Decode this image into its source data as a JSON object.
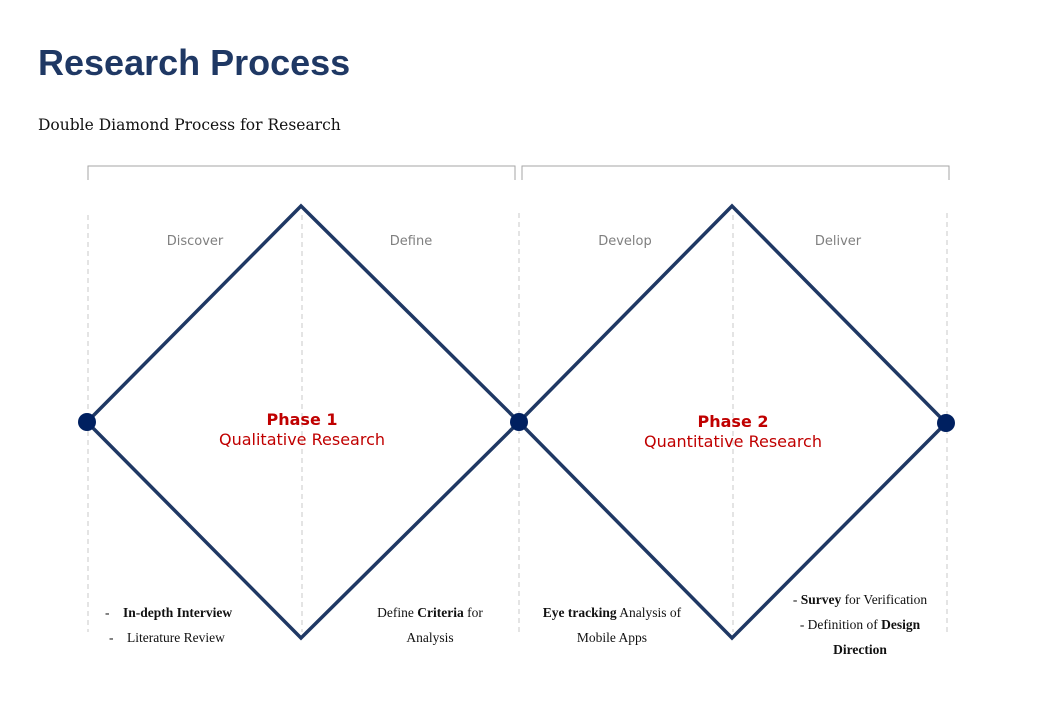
{
  "title": "Research Process",
  "subtitle": "Double Diamond Process for Research",
  "stages": [
    "Discover",
    "Define",
    "Develop",
    "Deliver"
  ],
  "phases": [
    {
      "title": "Phase 1",
      "subtitle": "Qualitative Research"
    },
    {
      "title": "Phase 2",
      "subtitle": "Quantitative Research"
    }
  ],
  "notes": {
    "discover": {
      "line1_prefix": "-",
      "line1_bold": "In-depth Interview",
      "line2_prefix": "-",
      "line2": "Literature Review"
    },
    "define": {
      "pre": "Define ",
      "bold": "Criteria",
      "post": " for",
      "line2": "Analysis"
    },
    "develop": {
      "bold": "Eye tracking",
      "post": " Analysis of",
      "line2": "Mobile Apps"
    },
    "deliver": {
      "pre1": "- ",
      "bold1": "Survey",
      "post1": " for Verification",
      "pre2": "- Definition of ",
      "bold2": "Design",
      "line3_bold": "Direction"
    }
  },
  "colors": {
    "diamond": "#1f3864",
    "node": "#002060",
    "phase": "#c00000"
  }
}
